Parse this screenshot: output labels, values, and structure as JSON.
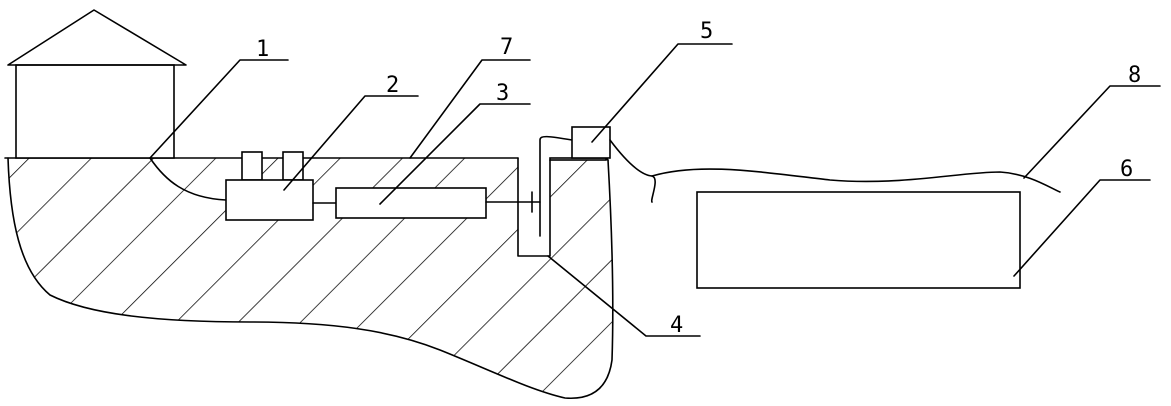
{
  "colors": {
    "line": "#000000",
    "background": "#ffffff"
  },
  "labels": {
    "l1": "1",
    "l2": "2",
    "l3": "3",
    "l4": "4",
    "l5": "5",
    "l6": "6",
    "l7": "7",
    "l8": "8"
  }
}
